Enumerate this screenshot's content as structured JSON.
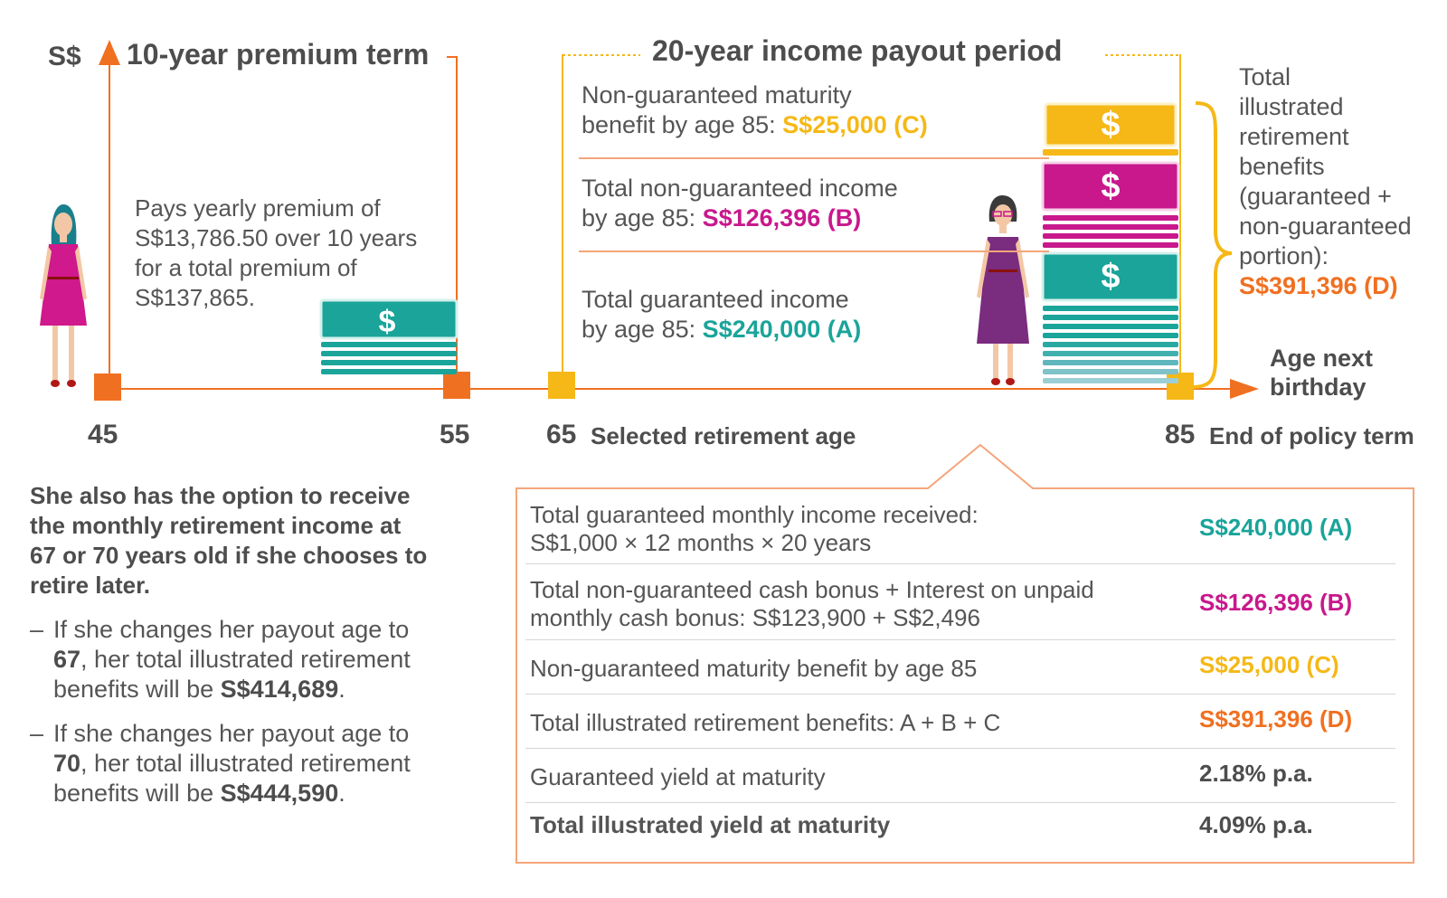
{
  "axis": {
    "y_label": "S$",
    "x_label_line1": "Age next",
    "x_label_line2": "birthday"
  },
  "premium_term": {
    "heading": "10-year premium term",
    "text_line1": "Pays yearly premium of",
    "text_line2": "S$13,786.50 over 10 years",
    "text_line3": "for a total premium of",
    "text_line4": "S$137,865."
  },
  "payout_period": {
    "heading": "20-year income payout period",
    "c_line1": "Non-guaranteed maturity",
    "c_line2": "benefit by age 85: ",
    "c_value": "S$25,000 (C)",
    "b_line1": "Total non-guaranteed income",
    "b_line2": "by age 85: ",
    "b_value": "S$126,396 (B)",
    "a_line1": "Total guaranteed income",
    "a_line2": "by age 85: ",
    "a_value": "S$240,000 (A)"
  },
  "total_bracket": {
    "lines": [
      "Total",
      "illustrated",
      "retirement",
      "benefits",
      "(guaranteed +",
      "non-guaranteed",
      "portion):"
    ],
    "value": "S$391,396 (D)"
  },
  "ages": {
    "a45": "45",
    "a55": "55",
    "a65": "65",
    "a65_label": "Selected retirement age",
    "a85": "85",
    "a85_label": "End of policy term"
  },
  "icons": {
    "dollar": "$",
    "person": "woman-icon",
    "money": "money-stack-icon"
  },
  "colors": {
    "guaranteed": "#1aa49a",
    "non_guaranteed": "#c8188c",
    "maturity": "#f5b817",
    "total": "#f07021"
  },
  "left_notes": {
    "intro_line1": "She also has the option to receive",
    "intro_line2": "the monthly retirement income at",
    "intro_line3": "67 or 70 years old if she chooses to",
    "intro_line4": "retire later.",
    "dash": "–",
    "b1_line1": "If she changes her payout age to",
    "b1_age": "67",
    "b1_line2": ", her total illustrated retirement",
    "b1_line3": "benefits will be ",
    "b1_value": "S$414,689",
    "b1_end": ".",
    "b2_line1": "If she changes her payout age to",
    "b2_age": "70",
    "b2_line2": ", her total illustrated retirement",
    "b2_line3": "benefits will be ",
    "b2_value": "S$444,590",
    "b2_end": "."
  },
  "table": {
    "rows": [
      {
        "label1": "Total guaranteed monthly income received:",
        "label2": "S$1,000 × 12 months × 20 years",
        "value": "S$240,000 (A)"
      },
      {
        "label1": "Total non-guaranteed cash bonus + Interest on unpaid",
        "label2": "monthly cash bonus: S$123,900 + S$2,496",
        "value": "S$126,396 (B)"
      },
      {
        "label1": "Non-guaranteed maturity benefit by age 85",
        "label2": "",
        "value": "S$25,000 (C)"
      },
      {
        "label1": "Total illustrated retirement benefits: A + B + C",
        "label2": "",
        "value": "S$391,396 (D)"
      },
      {
        "label1": "Guaranteed yield at maturity",
        "label2": "",
        "value": "2.18% p.a."
      },
      {
        "label1": "Total illustrated yield at maturity",
        "label2": "",
        "value": "4.09% p.a."
      }
    ]
  }
}
